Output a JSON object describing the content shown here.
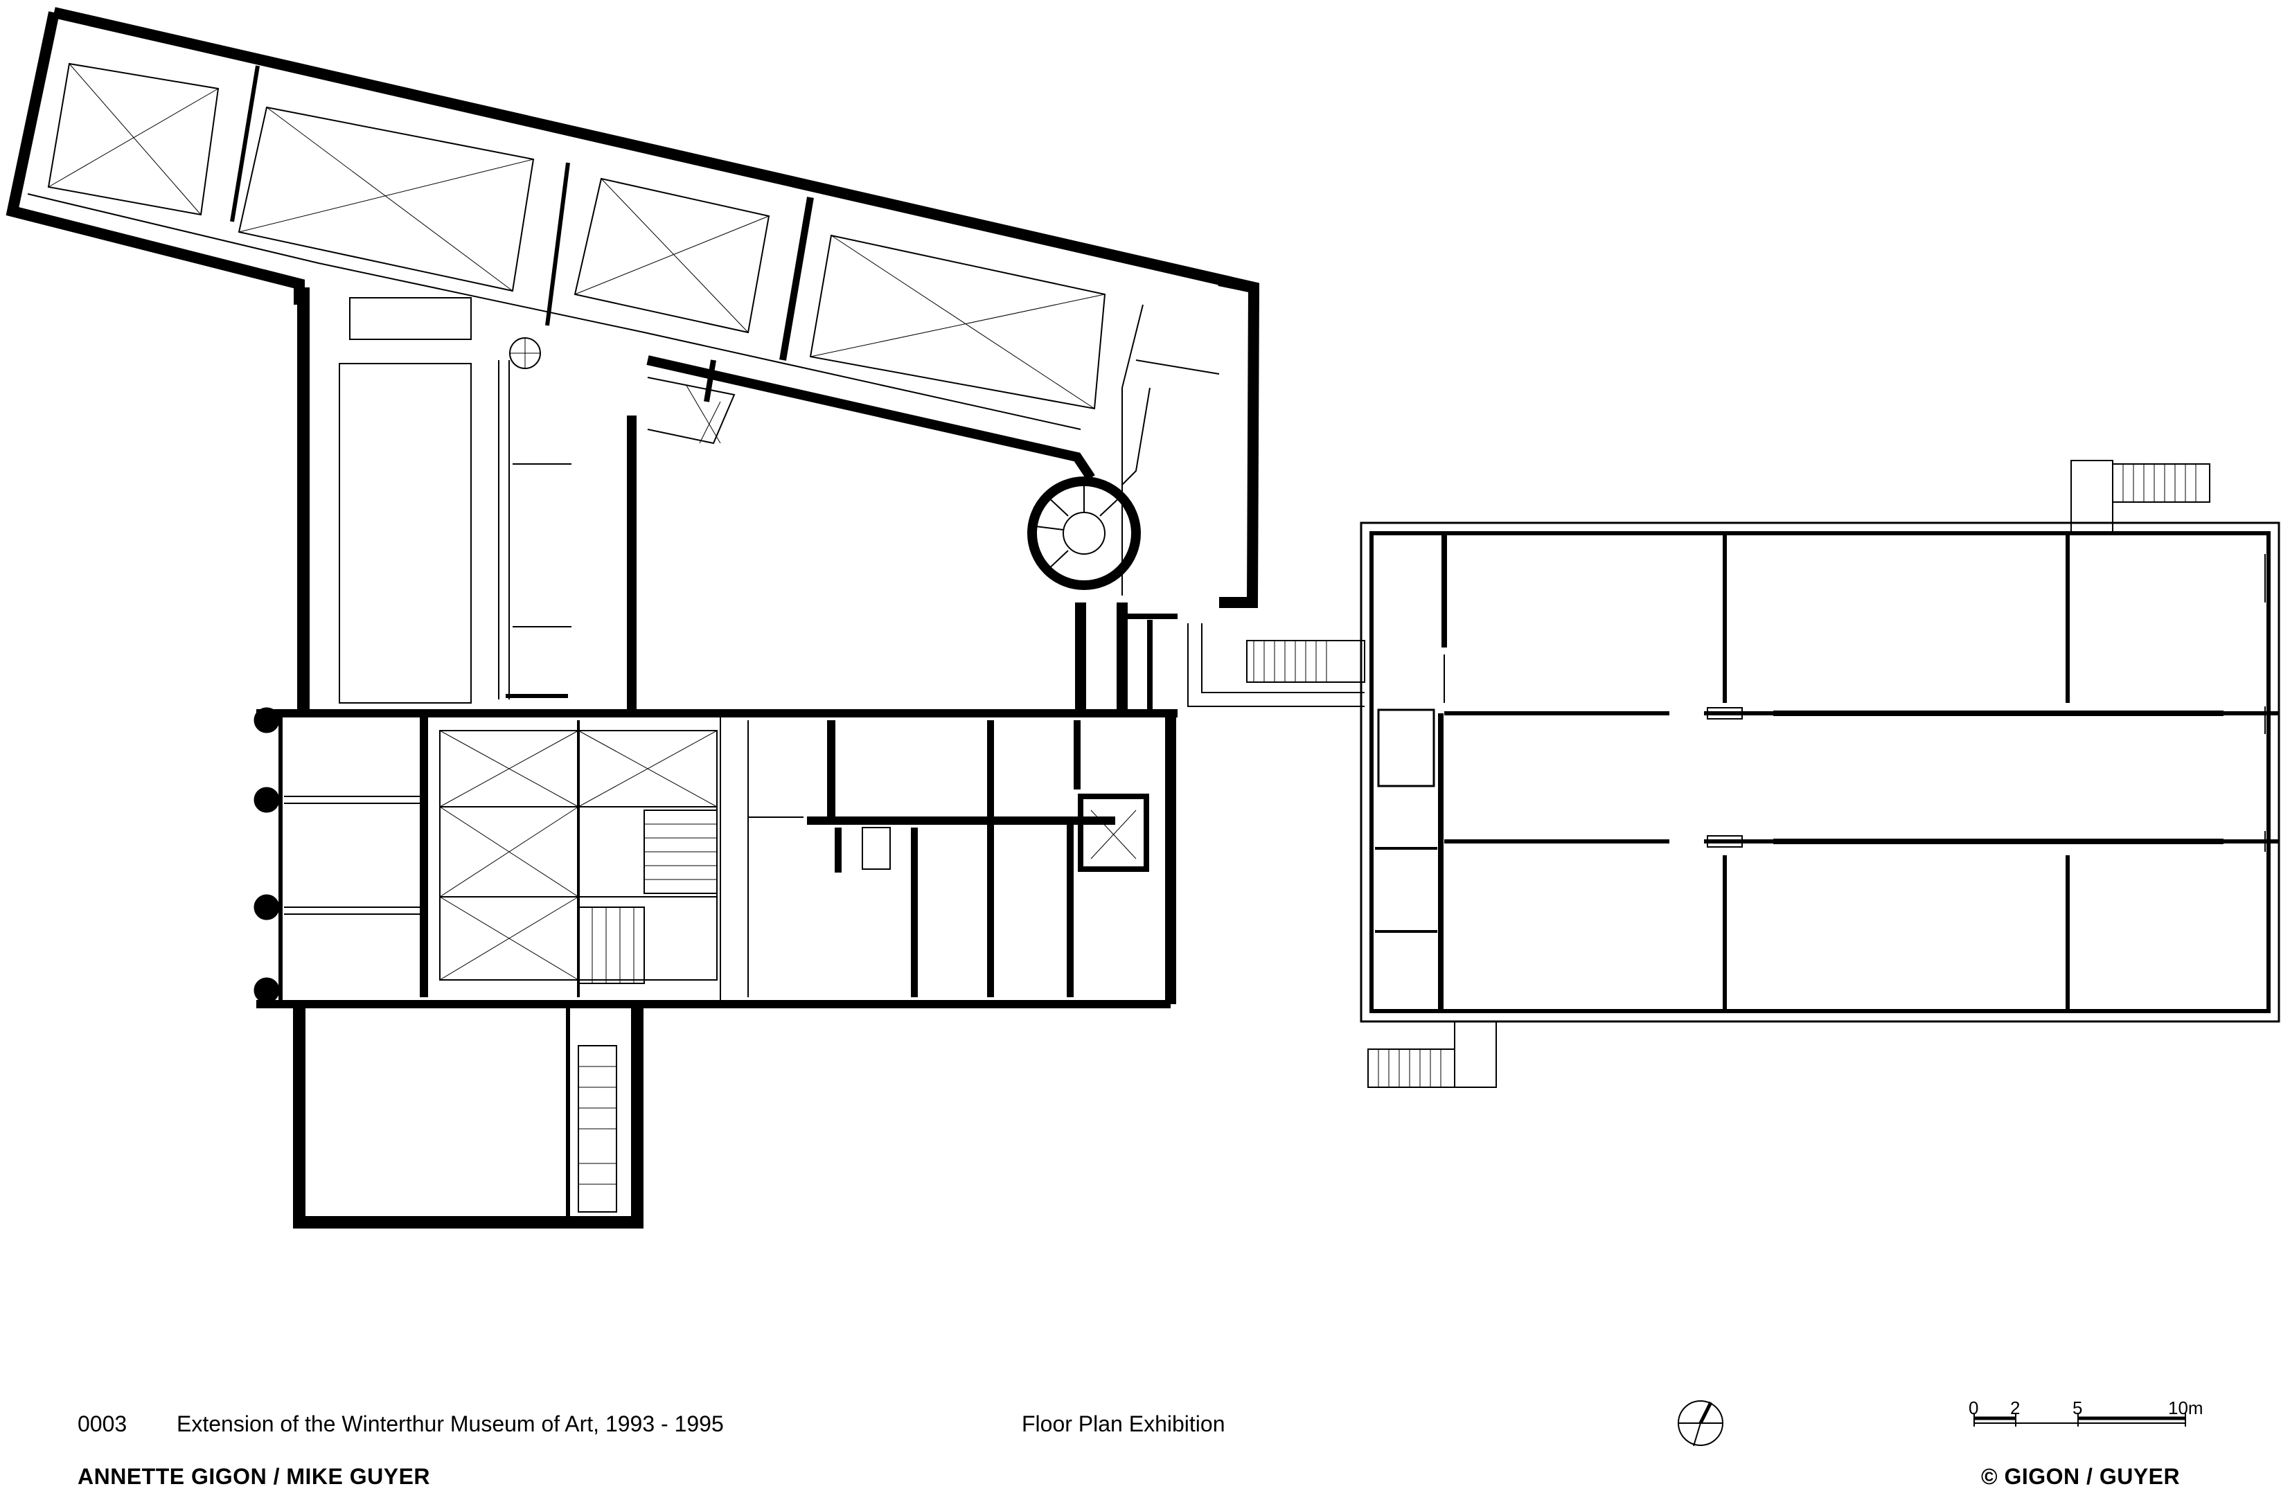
{
  "project": {
    "number": "0003",
    "title": "Extension of the Winterthur Museum of Art, 1993 - 1995",
    "drawing": "Floor Plan Exhibition"
  },
  "credits": {
    "architects": "ANNETTE GIGON / MIKE GUYER",
    "copyright": "© GIGON / GUYER"
  },
  "scale_bar": {
    "labels": [
      "0",
      "2",
      "5",
      "10m"
    ]
  },
  "icons": {
    "north": "north-arrow-icon"
  }
}
